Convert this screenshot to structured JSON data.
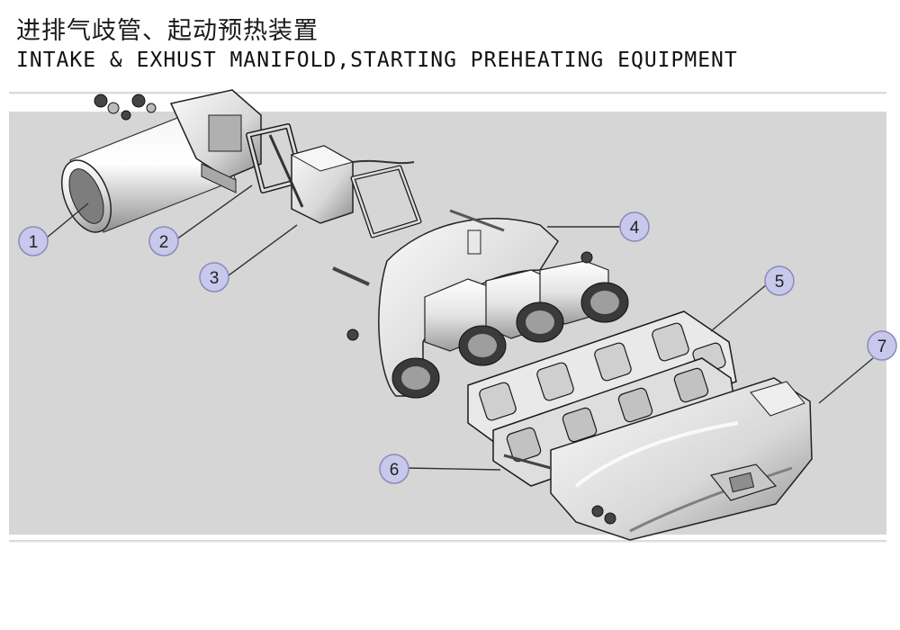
{
  "title": {
    "chinese": "进排气歧管、起动预热装置",
    "english": "INTAKE & EXHUST MANIFOLD,STARTING PREHEATING EQUIPMENT"
  },
  "callouts": [
    {
      "label": "1"
    },
    {
      "label": "2"
    },
    {
      "label": "3"
    },
    {
      "label": "4"
    },
    {
      "label": "5"
    },
    {
      "label": "6"
    },
    {
      "label": "7"
    }
  ],
  "colors": {
    "panel": "#d6d6d6",
    "callout_fill": "#c8c8ec",
    "callout_stroke": "#8a8ab8",
    "part_light": "#f2f2f2",
    "part_shadow": "#9a9a9a",
    "outline": "#1a1a1a"
  }
}
